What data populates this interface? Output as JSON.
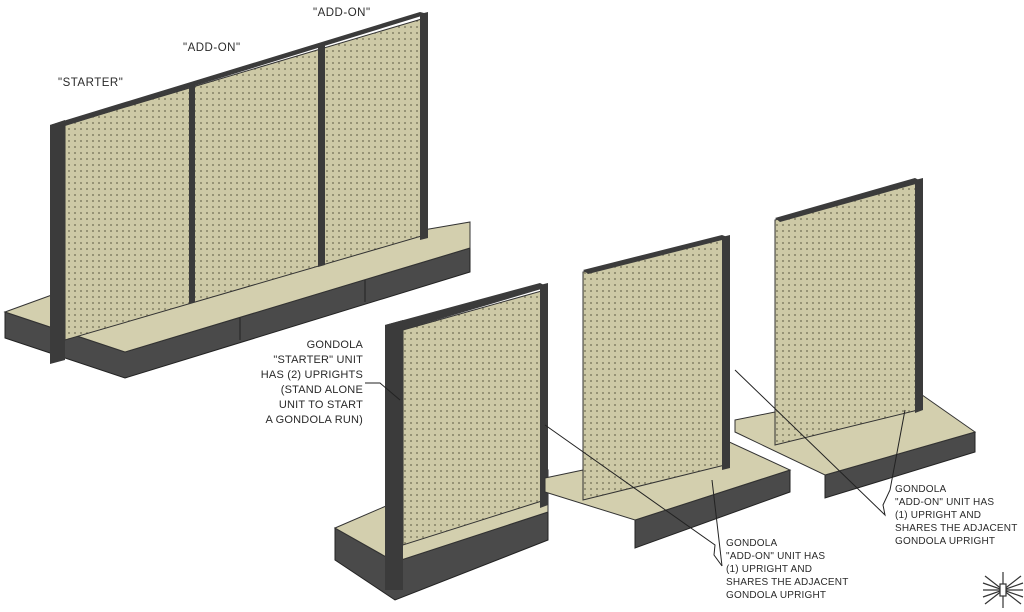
{
  "labels": {
    "starter_top": "\"STARTER\"",
    "addon_top_1": "\"ADD-ON\"",
    "addon_top_2": "\"ADD-ON\""
  },
  "callouts": {
    "starter": [
      "GONDOLA",
      "\"STARTER\" UNIT",
      "HAS (2) UPRIGHTS",
      "(STAND ALONE",
      "UNIT TO START",
      "A GONDOLA RUN)"
    ],
    "addon_middle": [
      "GONDOLA",
      "\"ADD-ON\" UNIT HAS",
      "(1) UPRIGHT AND",
      "SHARES THE ADJACENT",
      "GONDOLA UPRIGHT"
    ],
    "addon_right": [
      "GONDOLA",
      "\"ADD-ON\" UNIT HAS",
      "(1) UPRIGHT AND",
      "SHARES THE ADJACENT",
      "GONDOLA UPRIGHT"
    ]
  },
  "colors": {
    "pegboard": "#cdc9a6",
    "upright": "#3b3b3b",
    "base": "#4a4a4a",
    "deck": "#d3cfae"
  },
  "icons": [
    "logo-starburst-icon"
  ]
}
